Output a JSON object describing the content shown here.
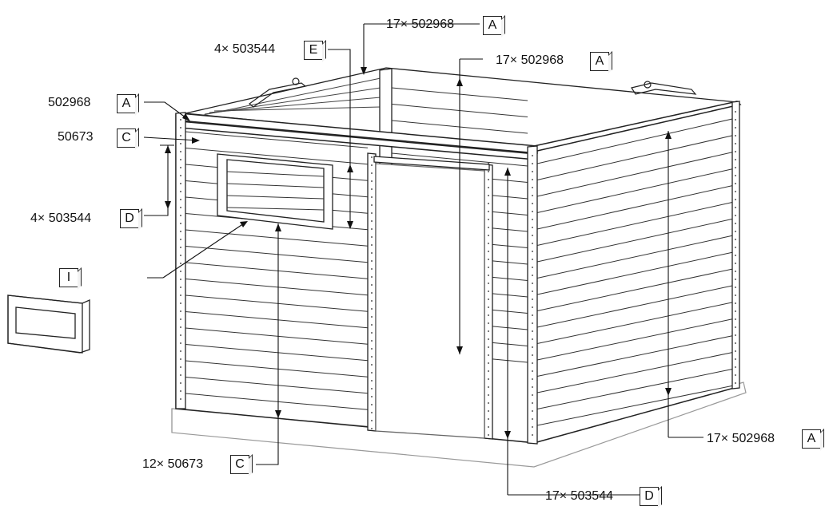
{
  "callouts": [
    {
      "qty": "17×",
      "part": "502968",
      "letter": "A"
    },
    {
      "qty": "4×",
      "part": "503544",
      "letter": "E"
    },
    {
      "qty": "17×",
      "part": "502968",
      "letter": "A"
    },
    {
      "qty": "",
      "part": "502968",
      "letter": "A"
    },
    {
      "qty": "",
      "part": "50673",
      "letter": "C"
    },
    {
      "qty": "4×",
      "part": "503544",
      "letter": "D"
    },
    {
      "qty": "",
      "part": "",
      "letter": "I"
    },
    {
      "qty": "12×",
      "part": "50673",
      "letter": "C"
    },
    {
      "qty": "17×",
      "part": "502968",
      "letter": "A"
    },
    {
      "qty": "17×",
      "part": "503544",
      "letter": "D"
    }
  ],
  "colors": {
    "line": "#222222",
    "panel": "#ffffff",
    "base": "#bbbbbb"
  }
}
